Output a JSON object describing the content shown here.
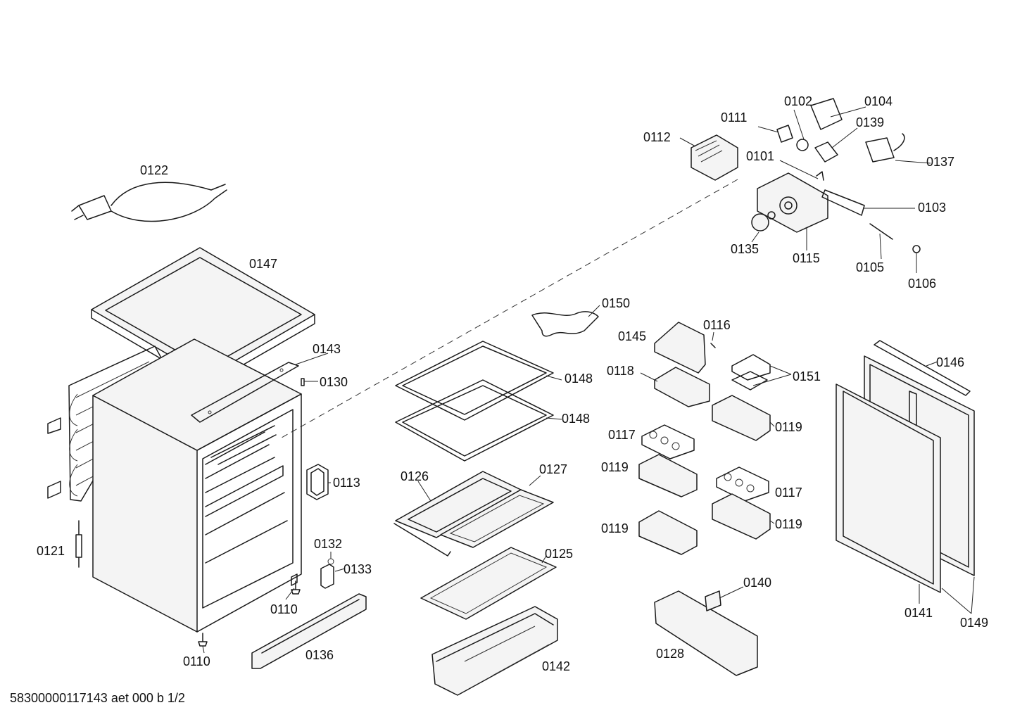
{
  "footer": "58300000117143 aet 000 b 1/2",
  "part_numbers": {
    "p0101": "0101",
    "p0102": "0102",
    "p0103": "0103",
    "p0104": "0104",
    "p0105": "0105",
    "p0106": "0106",
    "p0110a": "0110",
    "p0110b": "0110",
    "p0111": "0111",
    "p0112": "0112",
    "p0113": "0113",
    "p0115": "0115",
    "p0116": "0116",
    "p0117a": "0117",
    "p0117b": "0117",
    "p0118": "0118",
    "p0119a": "0119",
    "p0119b": "0119",
    "p0119c": "0119",
    "p0119d": "0119",
    "p0121": "0121",
    "p0122": "0122",
    "p0125": "0125",
    "p0126": "0126",
    "p0127": "0127",
    "p0128": "0128",
    "p0130": "0130",
    "p0132": "0132",
    "p0133": "0133",
    "p0135": "0135",
    "p0136": "0136",
    "p0137": "0137",
    "p0139": "0139",
    "p0140": "0140",
    "p0141": "0141",
    "p0142": "0142",
    "p0143": "0143",
    "p0145": "0145",
    "p0146": "0146",
    "p0147": "0147",
    "p0148a": "0148",
    "p0148b": "0148",
    "p0149": "0149",
    "p0150": "0150",
    "p0151": "0151"
  }
}
